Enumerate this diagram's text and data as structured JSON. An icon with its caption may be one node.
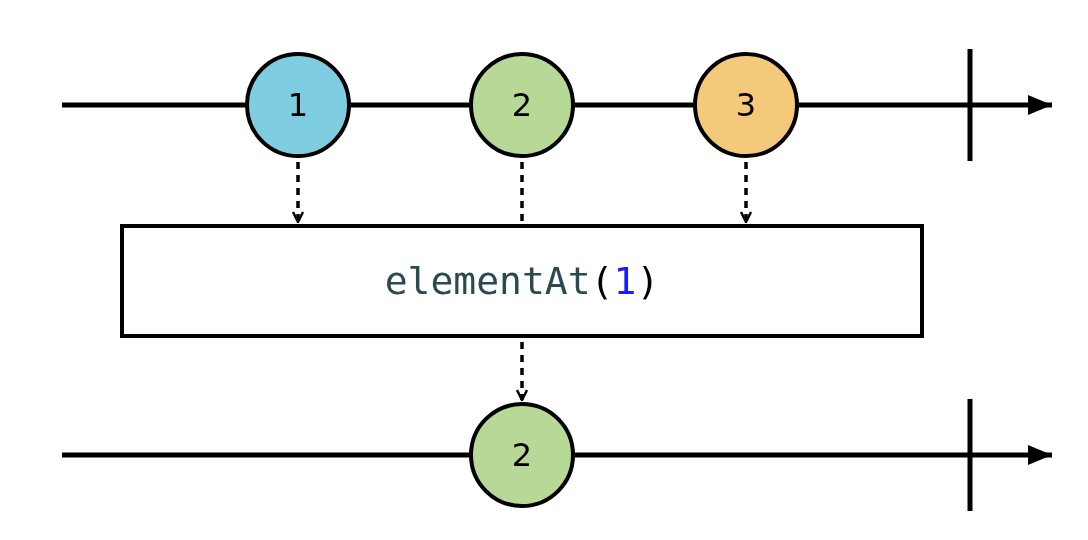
{
  "diagram": {
    "nodes": [
      {
        "text": [
          "1"
        ]
      },
      {
        "text": [
          "2"
        ]
      },
      {
        "text": [
          "3"
        ]
      },
      {
        "text": [
          "elementAt(1)"
        ]
      },
      {
        "text": [
          "2"
        ]
      }
    ],
    "edges": [
      {
        "from": 0,
        "to": 3,
        "arrow": "to",
        "style": "dashed"
      },
      {
        "from": 1,
        "to": 3,
        "arrow": "none",
        "style": "dashed"
      },
      {
        "from": 2,
        "to": 3,
        "arrow": "to",
        "style": "dashed"
      },
      {
        "from": 3,
        "to": 4,
        "arrow": "to",
        "style": "dashed"
      }
    ]
  }
}
